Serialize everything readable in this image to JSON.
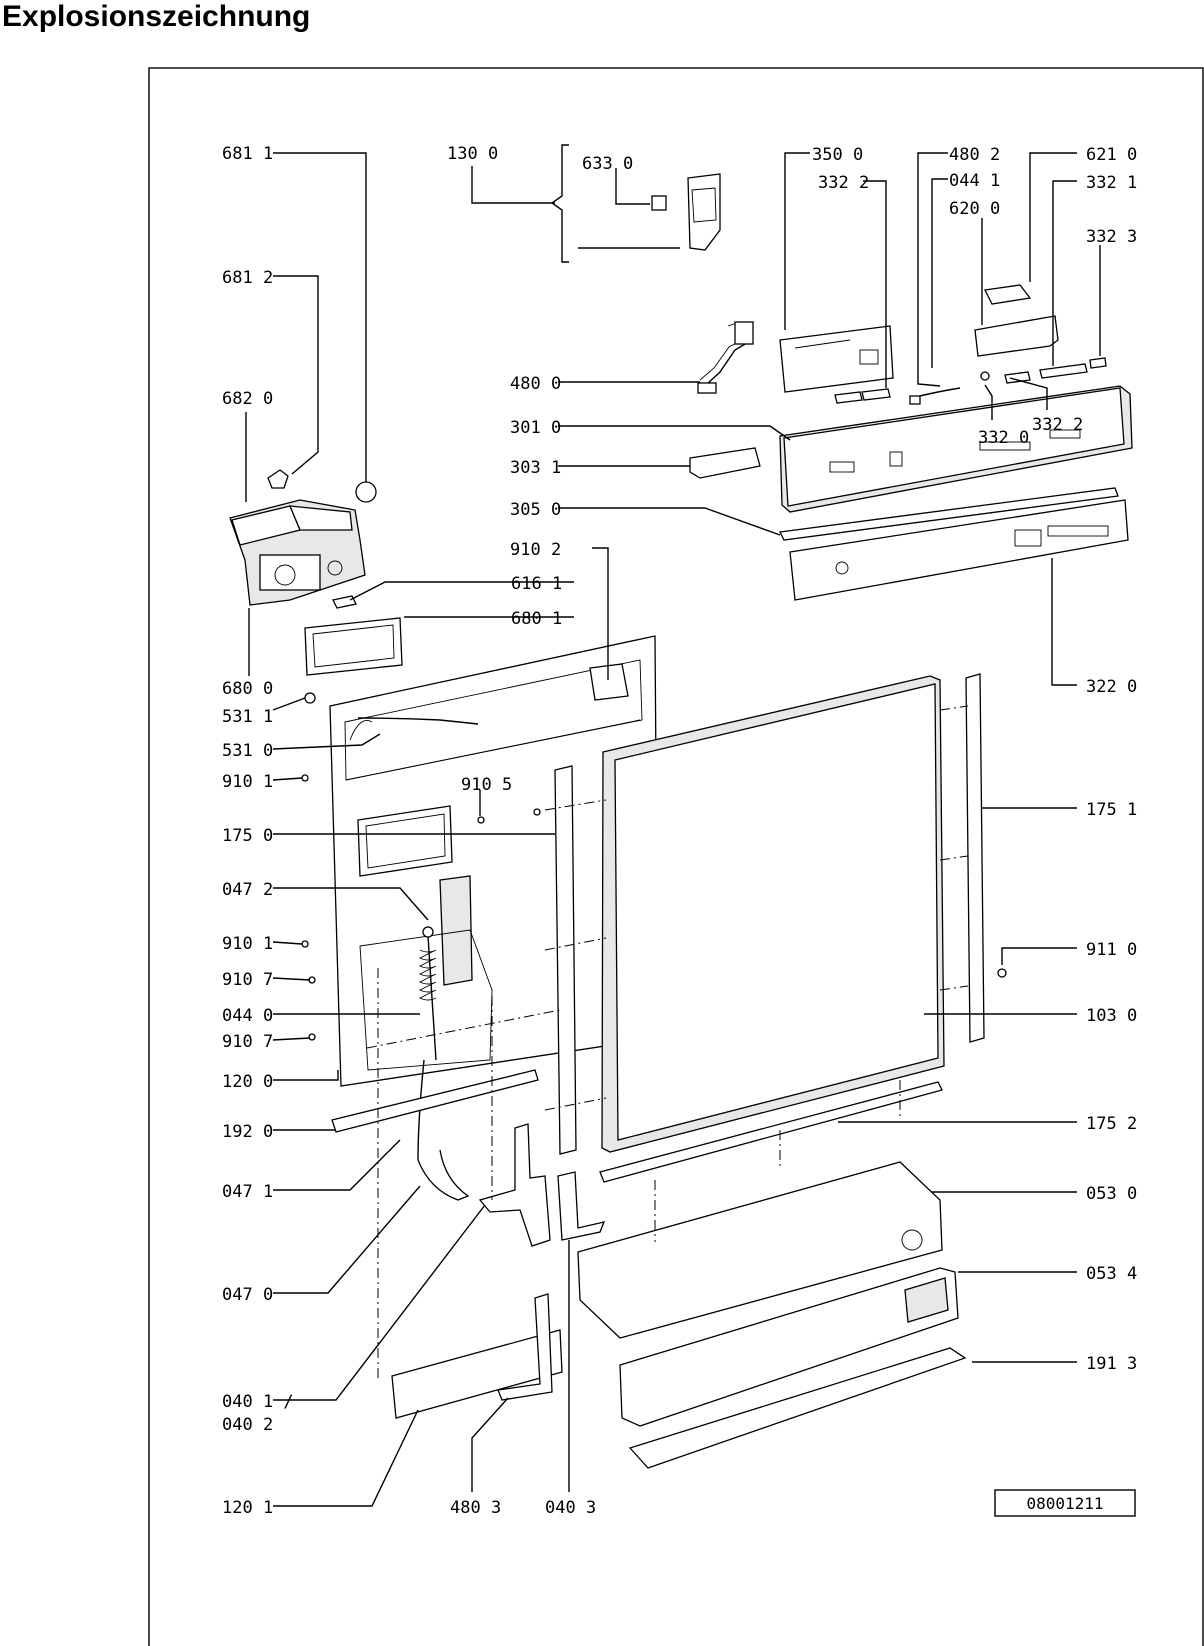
{
  "page": {
    "title": "Explosionszeichnung",
    "document_number": "08001211"
  },
  "callouts": {
    "l681_1": "681 1",
    "l681_2": "681 2",
    "l682_0": "682 0",
    "l680_0": "680 0",
    "l531_1": "531 1",
    "l531_0": "531 0",
    "l910_1a": "910 1",
    "l175_0": "175 0",
    "l047_2": "047 2",
    "l910_1b": "910 1",
    "l910_7a": "910 7",
    "l044_0": "044 0",
    "l910_7b": "910 7",
    "l120_0": "120 0",
    "l192_0": "192 0",
    "l047_1": "047 1",
    "l047_0": "047 0",
    "l040_1": "040 1 /",
    "l040_2": "040 2",
    "l120_1": "120 1",
    "l130_0": "130 0",
    "l633_0": "633 0",
    "l480_0": "480 0",
    "l301_0": "301 0",
    "l303_1": "303 1",
    "l305_0": "305 0",
    "l910_2": "910 2",
    "l616_1": "616 1",
    "l680_1": "680 1",
    "l910_5": "910 5",
    "l480_3": "480 3",
    "l040_3": "040 3",
    "l350_0": "350 0",
    "l332_2a": "332 2",
    "l480_2": "480 2",
    "l044_1": "044 1",
    "l620_0": "620 0",
    "l621_0": "621 0",
    "l332_1": "332 1",
    "l332_3": "332 3",
    "l332_0": "332 0",
    "l332_2b": "332 2",
    "l322_0": "322 0",
    "l175_1": "175 1",
    "l911_0": "911 0",
    "l103_0": "103 0",
    "l175_2": "175 2",
    "l053_0": "053 0",
    "l053_4": "053 4",
    "l191_3": "191 3"
  }
}
